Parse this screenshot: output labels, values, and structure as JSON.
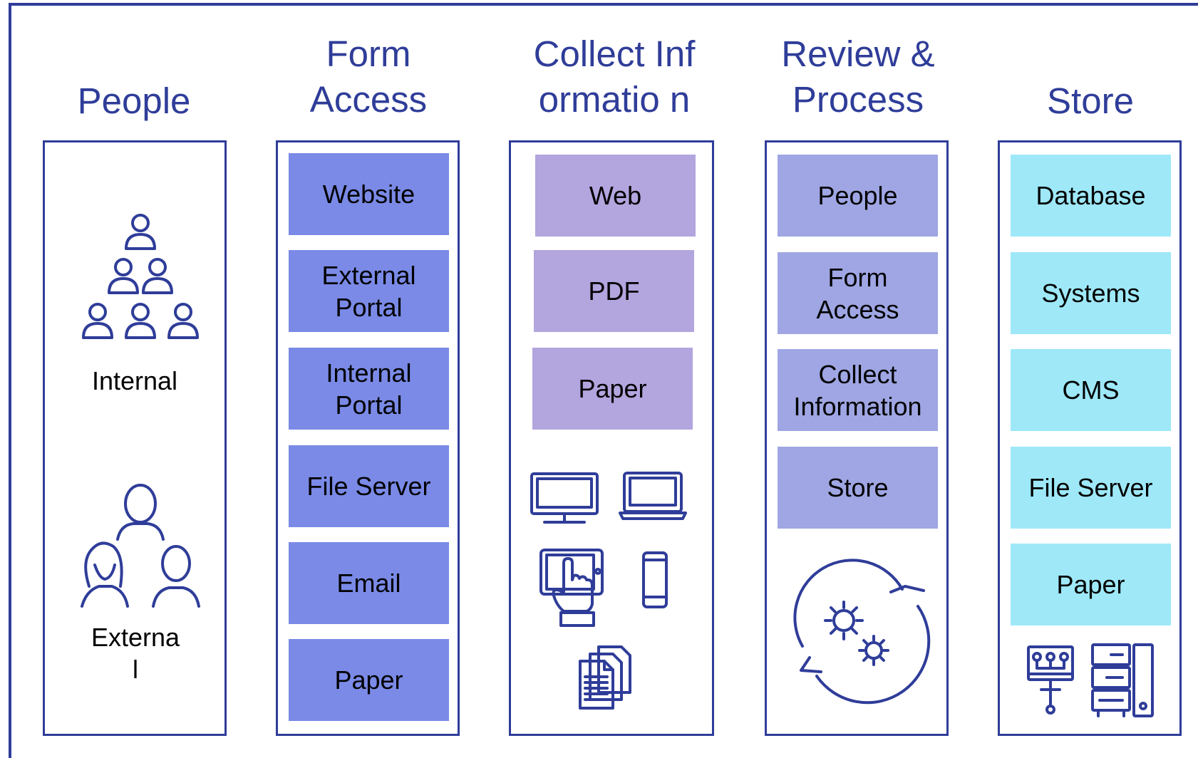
{
  "headings": {
    "people": "People",
    "form_access": "Form Access",
    "collect": "Collect Informatio n",
    "review": "Review & Process",
    "store": "Store"
  },
  "people": {
    "internal_label": "Internal",
    "external_label": "Externa l"
  },
  "form_access": {
    "items": [
      "Website",
      "External Portal",
      "Internal Portal",
      "File Server",
      "Email",
      "Paper"
    ]
  },
  "collect": {
    "items": [
      "Web",
      "PDF",
      "Paper"
    ]
  },
  "review": {
    "items": [
      "People",
      "Form Access",
      "Collect Information",
      "Store"
    ]
  },
  "store": {
    "items": [
      "Database",
      "Systems",
      "CMS",
      "File Server",
      "Paper"
    ]
  },
  "colors": {
    "outline": "#2f3d99",
    "form_access_fill": "#7a8ae6",
    "collect_fill": "#b3a5de",
    "review_fill": "#9fa6e3",
    "store_fill": "#9ee8f8"
  },
  "icons": [
    "internal-group-icon",
    "external-group-icon",
    "monitor-icon",
    "laptop-icon",
    "tablet-touch-icon",
    "phone-icon",
    "documents-icon",
    "process-cycle-icon",
    "network-icon",
    "server-icon"
  ]
}
